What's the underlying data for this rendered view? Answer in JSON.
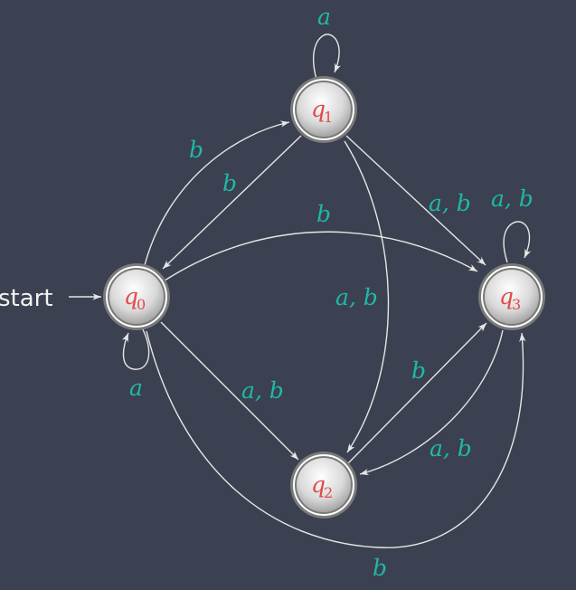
{
  "start_label": "start",
  "states": [
    {
      "id": "q0",
      "letter": "q",
      "index": "0"
    },
    {
      "id": "q1",
      "letter": "q",
      "index": "1"
    },
    {
      "id": "q2",
      "letter": "q",
      "index": "2"
    },
    {
      "id": "q3",
      "letter": "q",
      "index": "3"
    }
  ],
  "transitions": [
    {
      "id": "q1-q1",
      "from": "q1",
      "to": "q1",
      "label": "a"
    },
    {
      "id": "q0-q1",
      "from": "q0",
      "to": "q1",
      "label": "b"
    },
    {
      "id": "q1-q0",
      "from": "q1",
      "to": "q0",
      "label": "b"
    },
    {
      "id": "q0-q3",
      "from": "q0",
      "to": "q3",
      "label": "b"
    },
    {
      "id": "q1-q3",
      "from": "q1",
      "to": "q3",
      "label": "a, b"
    },
    {
      "id": "q3-q3",
      "from": "q3",
      "to": "q3",
      "label": "a, b"
    },
    {
      "id": "q1-q2",
      "from": "q1",
      "to": "q2",
      "label": "a, b"
    },
    {
      "id": "q0-q0",
      "from": "q0",
      "to": "q0",
      "label": "a"
    },
    {
      "id": "q0-q2",
      "from": "q0",
      "to": "q2",
      "label": "a, b"
    },
    {
      "id": "q2-q3",
      "from": "q2",
      "to": "q3",
      "label": "b"
    },
    {
      "id": "q3-q2",
      "from": "q3",
      "to": "q2",
      "label": "a, b"
    },
    {
      "id": "q0-q3-bottom",
      "from": "q0",
      "to": "q3",
      "label": "b"
    }
  ],
  "colors": {
    "background": "#3b4150",
    "edge": "#e6e6e6",
    "label": "#1fb9a6",
    "state_text": "#e04a4a"
  }
}
